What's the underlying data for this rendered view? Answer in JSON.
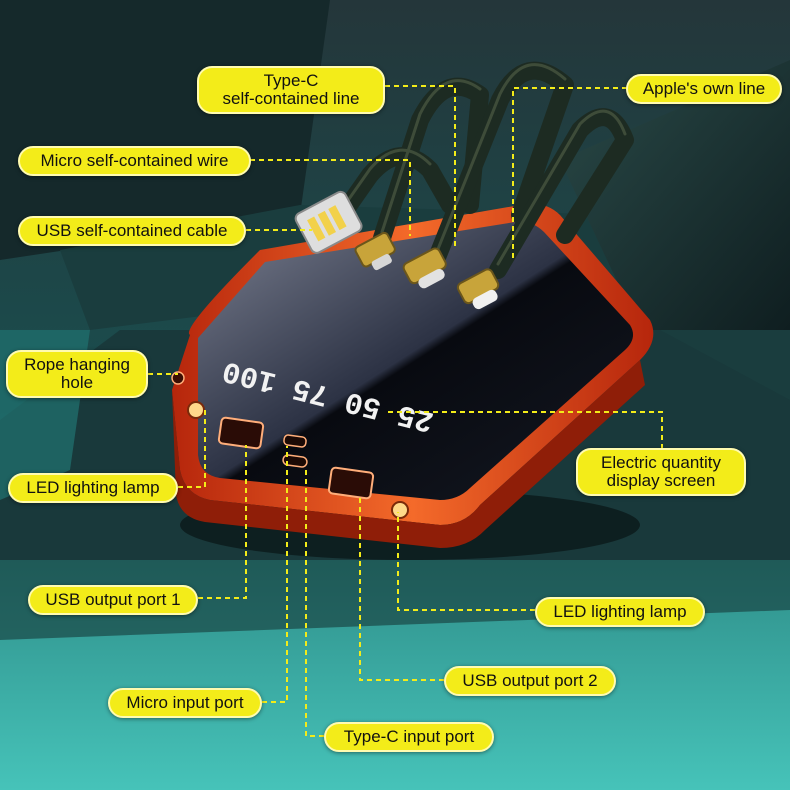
{
  "colors": {
    "label_fill": "#f3ec19",
    "leader_line": "#f3ec19",
    "device_shell": "#e4481b",
    "cable": "#1f2a23",
    "lcd_digits": "#ffffff"
  },
  "display": {
    "digits": "25 50 75 100"
  },
  "labels": [
    {
      "id": "type-c-line",
      "lines": [
        "Type-C",
        "self-contained line"
      ]
    },
    {
      "id": "apple-line",
      "lines": [
        "Apple's own line"
      ]
    },
    {
      "id": "micro-wire",
      "lines": [
        "Micro self-contained wire"
      ]
    },
    {
      "id": "usb-cable",
      "lines": [
        "USB self-contained cable"
      ]
    },
    {
      "id": "rope-hole",
      "lines": [
        "Rope hanging",
        "hole"
      ]
    },
    {
      "id": "led-lamp-left",
      "lines": [
        "LED lighting lamp"
      ]
    },
    {
      "id": "electric-screen",
      "lines": [
        "Electric quantity",
        "display screen"
      ]
    },
    {
      "id": "usb-port-1",
      "lines": [
        "USB output port 1"
      ]
    },
    {
      "id": "led-lamp-right",
      "lines": [
        "LED lighting lamp"
      ]
    },
    {
      "id": "usb-port-2",
      "lines": [
        "USB output port 2"
      ]
    },
    {
      "id": "micro-input",
      "lines": [
        "Micro input port"
      ]
    },
    {
      "id": "type-c-input",
      "lines": [
        "Type-C input port"
      ]
    }
  ]
}
